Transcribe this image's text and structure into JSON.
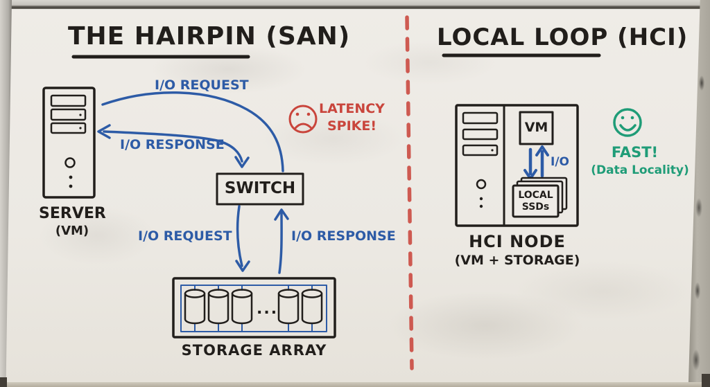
{
  "colors": {
    "ink": "#211e1b",
    "blue": "#2d5ba6",
    "red": "#c9453c",
    "green": "#1f9c77"
  },
  "left_panel": {
    "title_main": "THE HAIRPIN",
    "title_suffix": "(SAN)",
    "server_label": "SERVER",
    "server_sub": "(VM)",
    "io_request_top": "I/O REQUEST",
    "io_response_top": "I/O RESPONSE",
    "switch_label": "SWITCH",
    "io_request_bottom": "I/O REQUEST",
    "io_response_bottom": "I/O RESPONSE",
    "storage_label": "STORAGE ARRAY",
    "storage_ellipsis": "...",
    "warning_line1": "LATENCY",
    "warning_line2": "SPIKE!",
    "mood_icon": "sad-face-icon"
  },
  "right_panel": {
    "title_main": "LOCAL LOOP",
    "title_suffix": "(HCI)",
    "vm_label": "VM",
    "io_label": "I/O",
    "ssd_line1": "LOCAL",
    "ssd_line2": "SSDs",
    "node_label": "HCI NODE",
    "node_sub": "(VM + STORAGE)",
    "benefit_line1": "FAST!",
    "benefit_line2": "(Data Locality)",
    "mood_icon": "smiley-face-icon"
  }
}
